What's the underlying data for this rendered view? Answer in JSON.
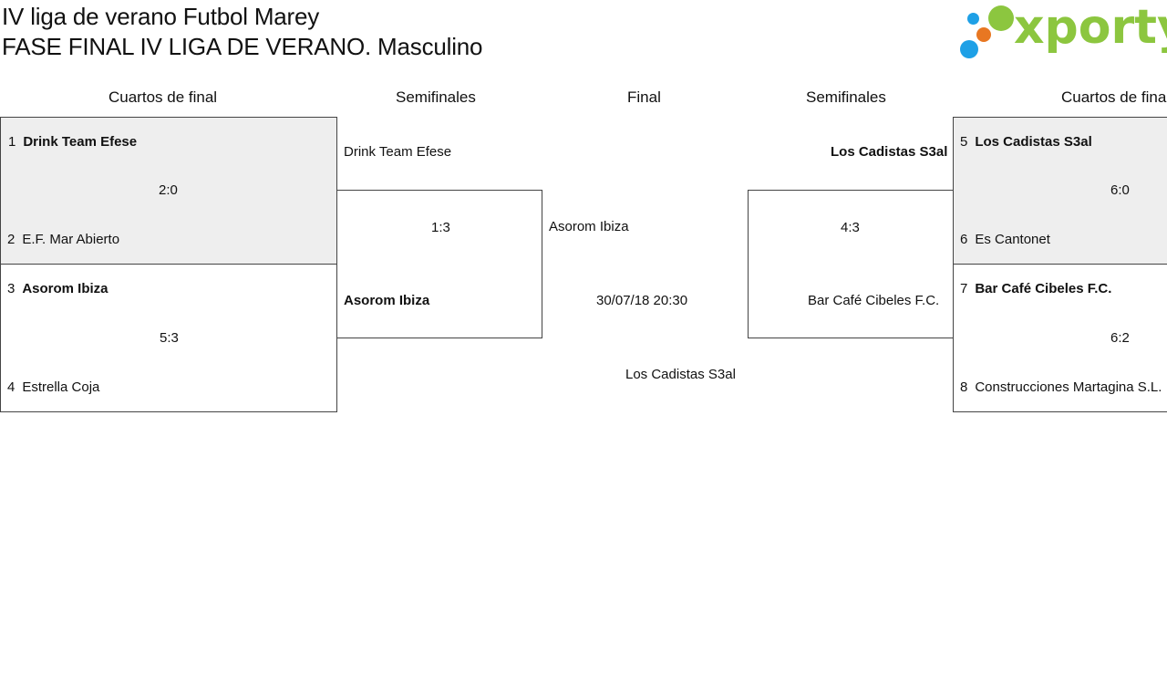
{
  "header": {
    "title": "IV liga de verano Futbol Marey",
    "subtitle": "FASE FINAL IV LIGA DE VERANO. Masculino",
    "logo_text": "xporty"
  },
  "columns": {
    "left_quarters": "Cuartos de final",
    "left_semis": "Semifinales",
    "final": "Final",
    "right_semis": "Semifinales",
    "right_quarters": "Cuartos de final"
  },
  "quarters": [
    {
      "seed_a": "1",
      "team_a": "Drink Team Efese",
      "score": "2:0",
      "seed_b": "2",
      "team_b": "E.F. Mar Abierto"
    },
    {
      "seed_a": "3",
      "team_a": "Asorom Ibiza",
      "score": "5:3",
      "seed_b": "4",
      "team_b": "Estrella Coja"
    },
    {
      "seed_a": "5",
      "team_a": "Los Cadistas S3al",
      "score": "6:0",
      "seed_b": "6",
      "team_b": "Es Cantonet"
    },
    {
      "seed_a": "7",
      "team_a": "Bar Café Cibeles F.C.",
      "score": "6:2",
      "seed_b": "8",
      "team_b": "Construcciones Martagina S.L."
    }
  ],
  "semis": {
    "left": {
      "team_a": "Drink Team Efese",
      "score": "1:3",
      "team_b": "Asorom Ibiza"
    },
    "right": {
      "team_a": "Los Cadistas S3al",
      "score": "4:3",
      "team_b": "Bar Café Cibeles F.C."
    }
  },
  "final": {
    "team_a": "Asorom Ibiza",
    "datetime": "30/07/18 20:30",
    "team_b": "Los Cadistas S3al"
  },
  "colors": {
    "logo_green": "#8cc63f",
    "logo_blue": "#1ea0e6",
    "logo_orange": "#e87722",
    "box_shade": "#eeeeee"
  }
}
